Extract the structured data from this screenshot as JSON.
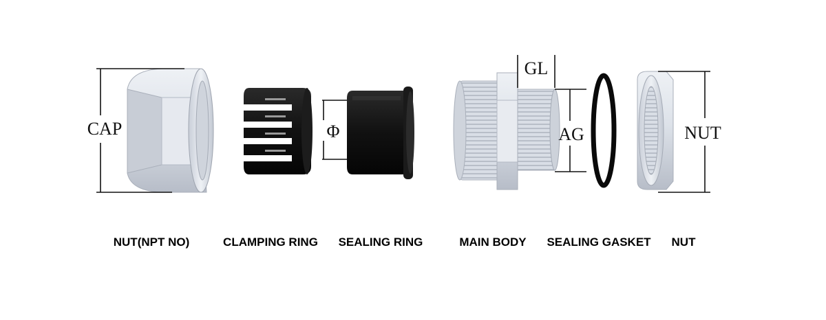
{
  "dimension_labels": {
    "cap": "CAP",
    "phi": "Φ",
    "gl": "GL",
    "ag": "AG",
    "nut": "NUT"
  },
  "part_captions": {
    "cap_nut": "NUT(NPT NO)",
    "clamping_ring": "CLAMPING RING",
    "sealing_ring": "SEALING RING",
    "main_body": "MAIN BODY",
    "sealing_gasket": "SEALING GASKET",
    "nut": "NUT"
  },
  "colors": {
    "light_part": "#dfe3ea",
    "light_part_shade": "#b9bfca",
    "dark_part": "#141414",
    "gasket": "#0a0a0a"
  }
}
